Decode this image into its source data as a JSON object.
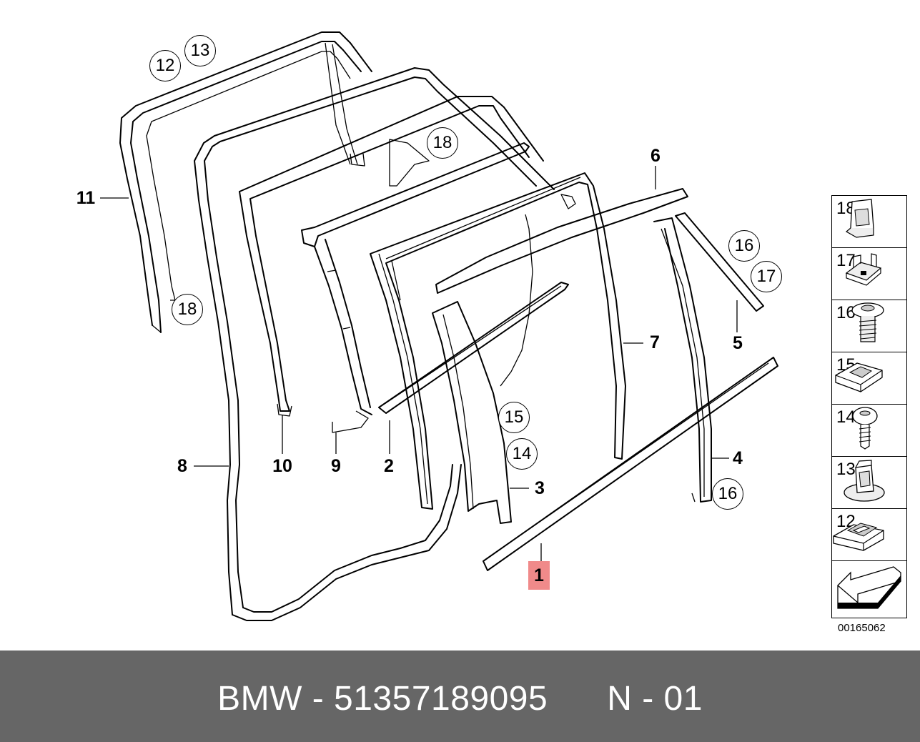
{
  "diagram": {
    "code": "00165062",
    "part_labels": {
      "p1": "1",
      "p2": "2",
      "p3": "3",
      "p4": "4",
      "p5": "5",
      "p6": "6",
      "p7": "7",
      "p8": "8",
      "p9": "9",
      "p10": "10",
      "p11": "11"
    },
    "callouts": {
      "c12": "12",
      "c13": "13",
      "c18a": "18",
      "c18b": "18",
      "c16a": "16",
      "c17": "17",
      "c15": "15",
      "c14": "14",
      "c16b": "16"
    },
    "legend": [
      {
        "label": "18",
        "icon": "clip-icon"
      },
      {
        "label": "17",
        "icon": "clip-bracket-icon"
      },
      {
        "label": "16",
        "icon": "screw-grommet-icon"
      },
      {
        "label": "15",
        "icon": "clamp-icon"
      },
      {
        "label": "14",
        "icon": "screw-icon"
      },
      {
        "label": "13",
        "icon": "retainer-icon"
      },
      {
        "label": "12",
        "icon": "fastener-icon"
      },
      {
        "label": "",
        "icon": "arrow-icon"
      }
    ],
    "highlight_color": "#f08a8a"
  },
  "footer": {
    "brand": "BMW",
    "separator": " - ",
    "part_number": "51357189095",
    "position_code": "N - 01",
    "background": "#666666"
  }
}
